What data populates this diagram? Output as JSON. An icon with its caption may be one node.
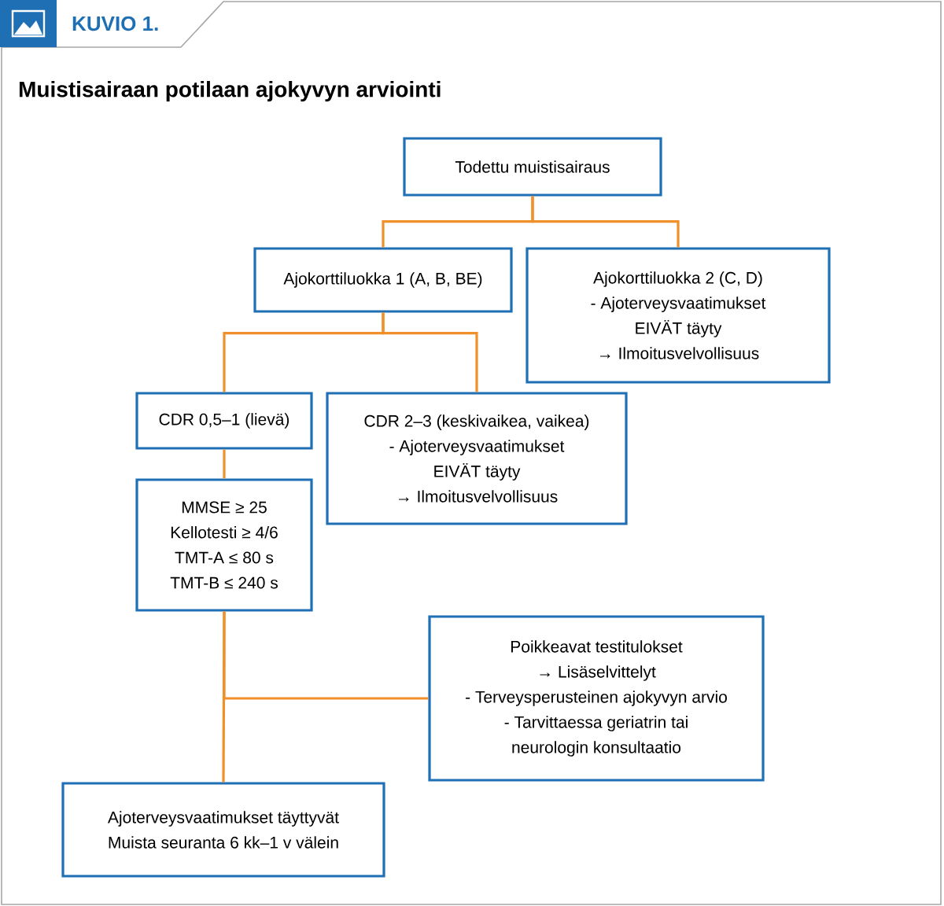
{
  "diagram": {
    "title": "Muistisairaan potilaan ajokyvyn arviointi",
    "nodes": [
      {
        "text": [
          "Todettu muistisairaus"
        ]
      },
      {
        "text": [
          "Ajokorttiluokka 1 (A, B, BE)"
        ]
      },
      {
        "text": [
          "Ajokorttiluokka 2 (C, D)",
          "- Ajoterveysvaatimukset",
          "EIVÄT täyty",
          "→ Ilmoitusvelvollisuus"
        ]
      },
      {
        "text": [
          "CDR 0,5–1 (lievä)"
        ]
      },
      {
        "text": [
          "CDR 2–3 (keskivaikea, vaikea)",
          "- Ajoterveysvaatimukset",
          "EIVÄT täyty",
          "→ Ilmoitusvelvollisuus"
        ]
      },
      {
        "text": [
          "MMSE ≥ 25",
          "Kellotesti ≥ 4/6",
          "TMT-A ≤ 80 s",
          "TMT-B ≤ 240 s"
        ]
      },
      {
        "text": [
          "Poikkeavat testitulokset",
          "→ Lisäselvittelyt",
          "- Terveysperusteinen ajokyvyn arvio",
          "- Tarvittaessa geriatrin tai",
          "neurologin konsultaatio"
        ]
      },
      {
        "text": [
          "Ajoterveysvaatimukset täyttyvät",
          "Muista seuranta 6 kk–1 v välein"
        ]
      }
    ],
    "edges": [
      {
        "from": 0,
        "to": 1,
        "arrow": "none"
      },
      {
        "from": 0,
        "to": 2,
        "arrow": "none"
      },
      {
        "from": 1,
        "to": 3,
        "arrow": "none"
      },
      {
        "from": 1,
        "to": 4,
        "arrow": "none"
      },
      {
        "from": 3,
        "to": 5,
        "arrow": "none"
      },
      {
        "from": 5,
        "to": 6,
        "arrow": "none"
      },
      {
        "from": 5,
        "to": 7,
        "arrow": "none"
      }
    ],
    "labels": [
      "KUVIO 1."
    ]
  }
}
